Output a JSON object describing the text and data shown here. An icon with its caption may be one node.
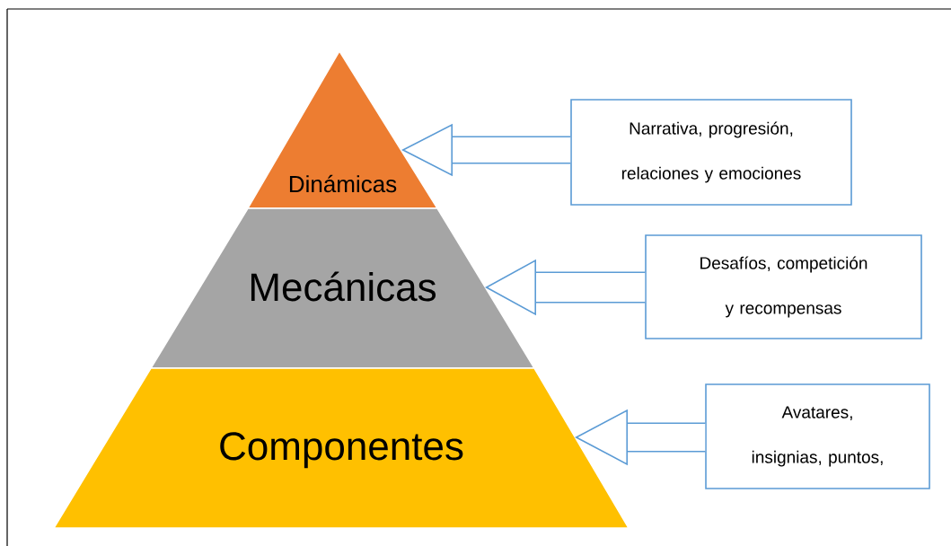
{
  "diagram": {
    "nodes": [
      {
        "text": [
          "Dinámicas"
        ]
      },
      {
        "text": [
          "Mecánicas"
        ]
      },
      {
        "text": [
          "Componentes"
        ]
      },
      {
        "text": [
          "Narrativa, progresión, relaciones y emociones"
        ]
      },
      {
        "text": [
          "Desafíos, competición y recompensas"
        ]
      },
      {
        "text": [
          "Avatares, insignias, puntos,"
        ]
      }
    ],
    "edges": [
      {
        "from": 3,
        "to": 0,
        "arrow": "to"
      },
      {
        "from": 4,
        "to": 1,
        "arrow": "to"
      },
      {
        "from": 5,
        "to": 2,
        "arrow": "to"
      }
    ]
  }
}
